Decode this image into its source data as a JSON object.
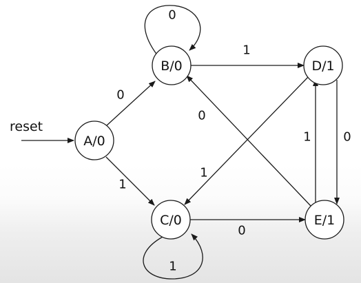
{
  "diagram": {
    "type": "state-machine",
    "reset_label": "reset",
    "states": {
      "A": {
        "label": "A/0"
      },
      "B": {
        "label": "B/0"
      },
      "C": {
        "label": "C/0"
      },
      "D": {
        "label": "D/1"
      },
      "E": {
        "label": "E/1"
      }
    },
    "transitions": {
      "a_to_b": {
        "from": "A",
        "to": "B",
        "input": "0"
      },
      "a_to_c": {
        "from": "A",
        "to": "C",
        "input": "1"
      },
      "b_self": {
        "from": "B",
        "to": "B",
        "input": "0"
      },
      "b_to_d": {
        "from": "B",
        "to": "D",
        "input": "1"
      },
      "c_self": {
        "from": "C",
        "to": "C",
        "input": "1"
      },
      "c_to_e": {
        "from": "C",
        "to": "E",
        "input": "0"
      },
      "d_to_c": {
        "from": "D",
        "to": "C",
        "input": "1"
      },
      "d_to_e": {
        "from": "D",
        "to": "E",
        "input": "0"
      },
      "e_to_b": {
        "from": "E",
        "to": "B",
        "input": "0"
      },
      "e_to_d": {
        "from": "E",
        "to": "D",
        "input": "1"
      }
    }
  }
}
